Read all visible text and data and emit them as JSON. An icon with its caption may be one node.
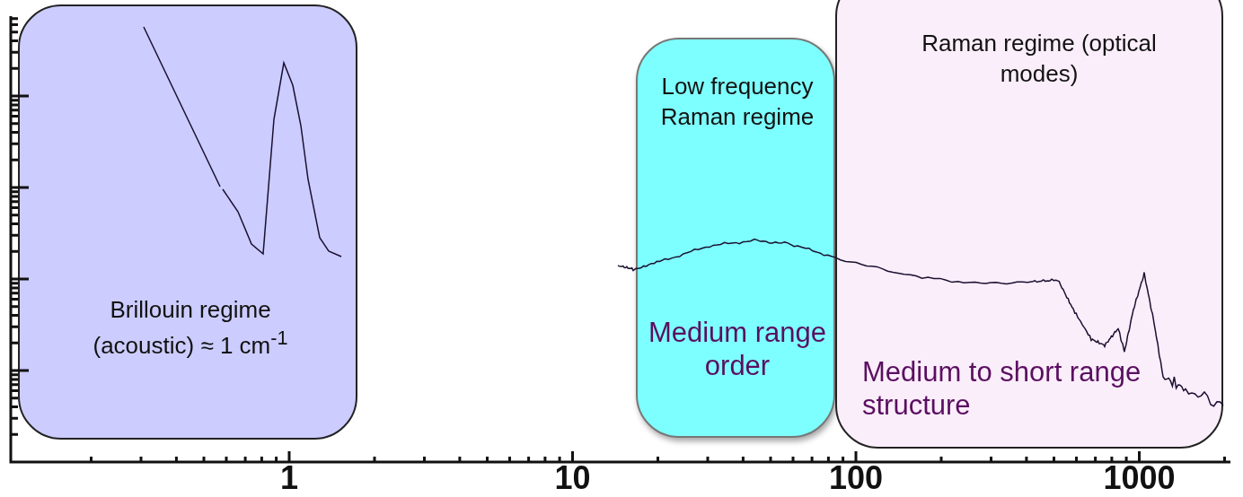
{
  "diagram": {
    "nodes": [
      {
        "text": [
          "Brillouin regime (acoustic) ≈ 1 cm$^{-1}$"
        ]
      },
      {
        "text": [
          "Low frequency Raman regime",
          "Medium range order"
        ]
      },
      {
        "text": [
          "Raman regime (optical modes)",
          "Medium to short range structure"
        ]
      }
    ],
    "labels": [
      "1",
      "10",
      "100",
      "1000"
    ]
  }
}
